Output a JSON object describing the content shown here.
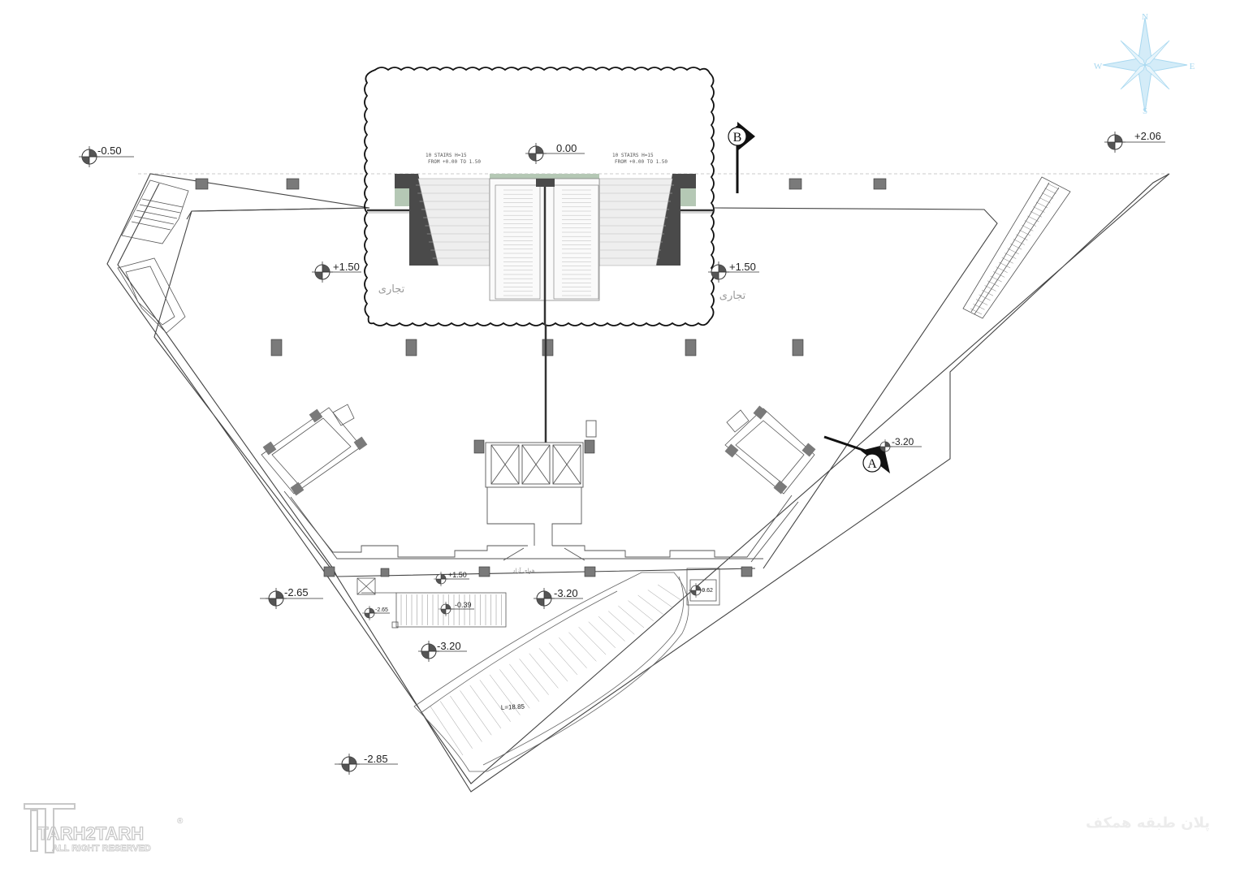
{
  "compass": {
    "north": "N",
    "south": "S",
    "east": "E",
    "west": "W",
    "color": "#a8d8f0"
  },
  "levels": {
    "top_left": "-0.50",
    "top_center": "0.00",
    "top_right": "+2.06",
    "mid_left": "+1.50",
    "mid_right": "+1.50",
    "right_east": "-3.20",
    "lower_left": "-2.65",
    "lower_center": "+1.50",
    "lower_center_2": "-0.39",
    "lower_small": "-2.65",
    "ramp_top": "-3.20",
    "ramp_left": "-3.20",
    "pit": "-9.62",
    "bottom_left": "-2.85"
  },
  "notes": {
    "stairs_left_1": "10 STAIRS H=15",
    "stairs_left_2": "FROM +0.00 TO 1.50",
    "stairs_right_1": "10 STAIRS H=15",
    "stairs_right_2": "FROM +0.00 TO 1.50",
    "ramp_length": "L=18.85"
  },
  "labels": {
    "commercial_left": "تجاری",
    "commercial_right": "تجاری",
    "void": "هوای آزاد",
    "plan_title": "پلان طبقه همکف"
  },
  "sections": {
    "a": "A",
    "b": "B"
  },
  "watermark": {
    "brand": "TARH2TARH",
    "rights": "ALL RIGHT RESERVED",
    "registered": "®"
  },
  "colors": {
    "column": "#7a7a7a",
    "core": "#4a4a4a",
    "glass": "#b5c8b5",
    "line": "#444444"
  }
}
